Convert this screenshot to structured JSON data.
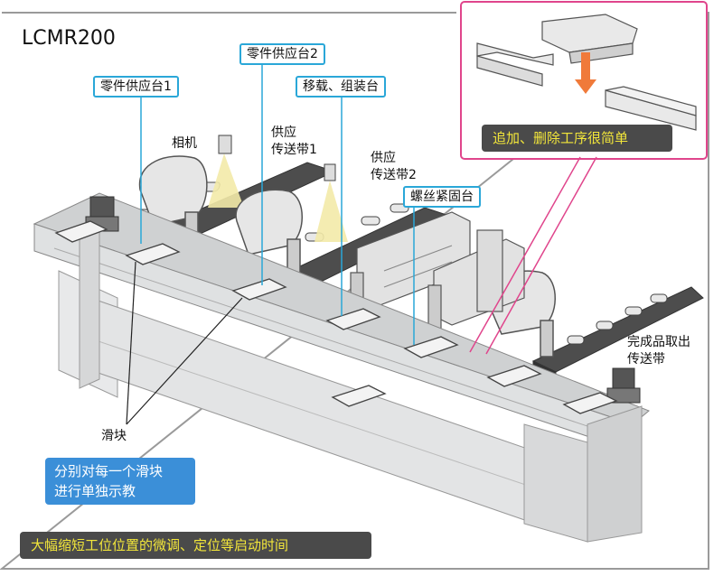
{
  "title": "LCMR200",
  "callouts": {
    "parts_station_1": "零件供应台1",
    "parts_station_2": "零件供应台2",
    "move_assemble": "移载、组装台",
    "screw_station": "螺丝紧固台"
  },
  "labels": {
    "camera": "相机",
    "conveyor_1_a": "供应",
    "conveyor_1_b": "传送带1",
    "conveyor_2_a": "供应",
    "conveyor_2_b": "传送带2",
    "finished_a": "完成品取出",
    "finished_b": "传送带",
    "slider": "滑块"
  },
  "notes": {
    "teach_line_1": "分别对每一个滑块",
    "teach_line_2": "进行单独示教",
    "summary": "大幅缩短工位位置的微调、定位等启动时间",
    "inset": "追加、删除工序很简单"
  },
  "colors": {
    "callout_border": "#2aa7d8",
    "inset_border": "#e0458c",
    "blue_box": "#3b8fd8",
    "dark_box": "#4a4a4a",
    "highlight_text": "#f2e63a",
    "arrow": "#f07a3a"
  }
}
